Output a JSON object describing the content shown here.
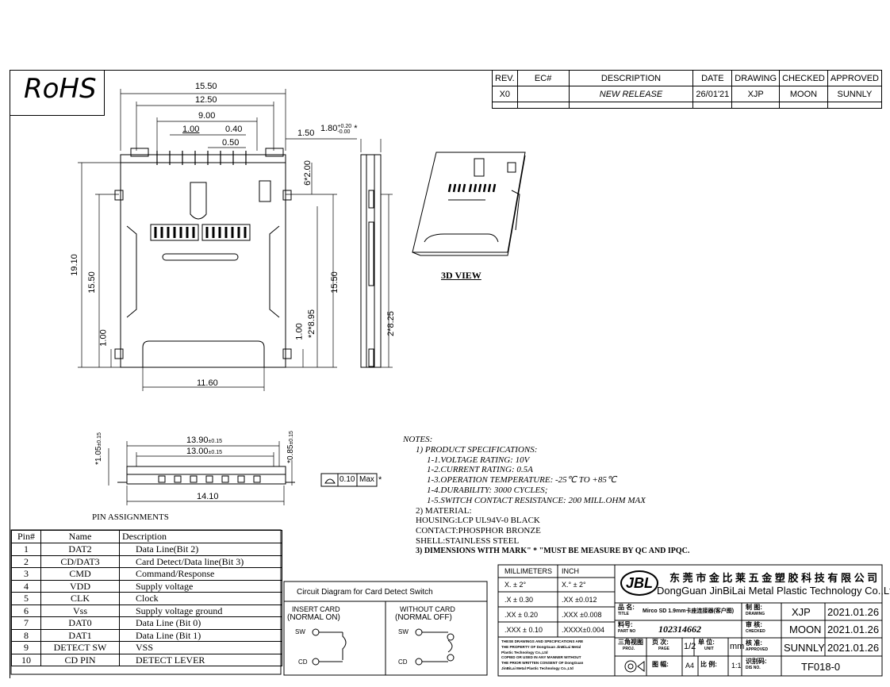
{
  "rohs": "RoHS",
  "revision_table": {
    "headers": [
      "REV.",
      "EC#",
      "DESCRIPTION",
      "DATE",
      "DRAWING",
      "CHECKED",
      "APPROVED"
    ],
    "rows": [
      [
        "X0",
        "",
        "NEW RELEASE",
        "26/01'21",
        "XJP",
        "MOON",
        "SUNNLY"
      ]
    ]
  },
  "dimensions": {
    "d1550_top": "15.50",
    "d1250": "12.50",
    "d900": "9.00",
    "d100_top": "1.00",
    "d040": "0.40",
    "d050": "0.50",
    "d150": "1.50",
    "d180": "1.80",
    "d180_tol_up": "+0.20",
    "d180_tol_dn": "-0.00",
    "star": "*",
    "d6x200": "6*2.00",
    "d1910": "19.10",
    "d1550_left": "15.50",
    "d100_left": "1.00",
    "d1550_right": "15.50",
    "d100_right": "1.00",
    "d2x895": "*2*8.95",
    "d2x825": "2*8.25",
    "d1160": "11.60",
    "side_105": "*1.05",
    "side_105_tol": "±0.15",
    "side_1390": "13.90",
    "side_1390_tol": "±0.15",
    "side_1300": "13.00",
    "side_1300_tol": "±0.15",
    "side_085": "*0.85",
    "side_085_tol": "±0.15",
    "side_1410": "14.10",
    "flatness": "0.10",
    "flatness_max": "Max",
    "flatness_star": "*"
  },
  "view_label": "3D VIEW",
  "notes": {
    "title": "NOTES:",
    "lines": [
      "1) PRODUCT SPECIFICATIONS:",
      "1-1.VOLTAGE RATING: 10V",
      "1-2.CURRENT RATING: 0.5A",
      "1-3.OPERATION TEMPERATURE: -25℃ TO +85℃",
      "1-4.DURABILITY: 3000 CYCLES;",
      "1-5.SWITCH CONTACT RESISTANCE: 200 MILL.OHM MAX",
      "2) MATERIAL:",
      "HOUSING:LCP UL94V-0 BLACK",
      "CONTACT:PHOSPHOR BRONZE",
      "SHELL:STAINLESS STEEL",
      "3) DIMENSIONS WITH MARK\" * \"MUST BE MEASURE BY QC AND IPQC."
    ]
  },
  "pin_assignments": {
    "title": "PIN ASSIGNMENTS",
    "headers": [
      "Pin#",
      "Name",
      "Description"
    ],
    "rows": [
      [
        "1",
        "DAT2",
        "Data Line(Bit 2)"
      ],
      [
        "2",
        "CD/DAT3",
        "Card Detect/Data line(Bit 3)"
      ],
      [
        "3",
        "CMD",
        "Command/Response"
      ],
      [
        "4",
        "VDD",
        "Supply voltage"
      ],
      [
        "5",
        "CLK",
        "Clock"
      ],
      [
        "6",
        "Vss",
        "Supply voltage ground"
      ],
      [
        "7",
        "DAT0",
        "Data Line (Bit 0)"
      ],
      [
        "8",
        "DAT1",
        "Data Line (Bit 1)"
      ],
      [
        "9",
        "DETECT SW",
        "VSS"
      ],
      [
        "10",
        "CD PIN",
        "DETECT LEVER"
      ]
    ]
  },
  "circuit": {
    "title": "Circuit Diagram for Card Detect Switch",
    "left_title_1": "INSERT CARD",
    "left_title_2": "(NORMAL ON)",
    "right_title_1": "WITHOUT CARD",
    "right_title_2": "(NORMAL OFF)",
    "sw": "SW",
    "cd": "CD"
  },
  "tolerance": {
    "headers": [
      "MILLIMETERS",
      "INCH"
    ],
    "rows": [
      [
        "X.  ±  2°",
        "X.°  ±  2°"
      ],
      [
        ".X  ±  0.30",
        ".XX  ±0.012"
      ],
      [
        ".XX  ±  0.20",
        ".XXX  ±0.008"
      ],
      [
        ".XXX ± 0.10",
        ".XXXX±0.004"
      ]
    ],
    "property_note": [
      "THESE DRAWINGS AND SPECIFICATIONS ARE",
      "THE PROPERTY OF DongGuan JinBiLai Metal",
      "Plastic Technology Co.,Ltd",
      "COPIED OR USED IN ANY MANNER WITHOUT",
      "THE PRIOR WRITTEN CONSENT OF DongGuan",
      "JinBiLai Metal Plastic Technology Co.,Ltd"
    ]
  },
  "title_block": {
    "logo": "JBL",
    "company_cn": "东 莞 市 金 比 莱 五 金 塑 胶 科 技 有 限 公 司",
    "company_en": "DongGuan JinBiLai Metal Plastic Technology Co.,Ltd",
    "title_label": "品 名:",
    "title_label_en": "TITLE",
    "title_value": "Mirco SD 1.9mm卡座连接器(客户图)",
    "part_label": "料号:",
    "part_label_en": "PART NO",
    "part_value": "102314662",
    "proj_label": "三角视图",
    "proj_label_en": "PROJ.",
    "page_label": "页 次:",
    "page_label_en": "PAGE",
    "page_value": "1/2",
    "unit_label": "单 位:",
    "unit_label_en": "UNIT",
    "unit_value": "mm",
    "size_label": "图 幅:",
    "size_value": "A4",
    "scale_label": "比 例:",
    "scale_value": "1:1",
    "drawing_label": "制 图:",
    "drawing_label_en": "DRAWING",
    "drawing_name": "XJP",
    "drawing_date": "2021.01.26",
    "checked_label": "审 核:",
    "checked_label_en": "CHECKED",
    "checked_name": "MOON",
    "checked_date": "2021.01.26",
    "approved_label": "核 准:",
    "approved_label_en": "APPROVED",
    "approved_name": "SUNNLY",
    "approved_date": "2021.01.26",
    "dis_label": "识别码:",
    "dis_label_en": "DIS NO.",
    "dis_value": "TF018-0"
  }
}
